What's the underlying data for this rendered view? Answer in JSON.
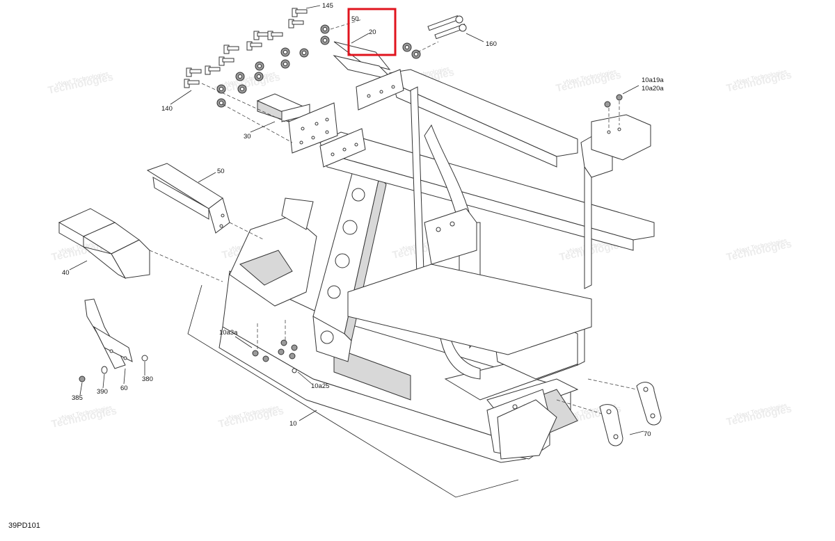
{
  "diagram": {
    "code": "39PD101",
    "watermark_lines": [
      "vNext Technologies",
      "Technologies"
    ],
    "callouts": {
      "c145": "145",
      "c50_top": "50",
      "c20": "20",
      "c160": "160",
      "c140": "140",
      "c30": "30",
      "c10a19a": "10a19a",
      "c10a20a": "10a20a",
      "c50_mid": "50",
      "c40": "40",
      "c10a3a": "10a3a",
      "c10a25": "10a25",
      "c385": "385",
      "c390": "390",
      "c60": "60",
      "c380": "380",
      "c10": "10",
      "c70": "70"
    },
    "highlight_color": "#e0141e"
  }
}
